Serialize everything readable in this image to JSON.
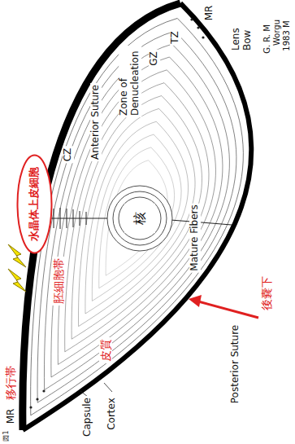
{
  "diagram": {
    "nodes": [
      {
        "text": [
          "水晶体上皮細胞"
        ]
      },
      {
        "text": [
          "核"
        ]
      }
    ],
    "labels": [
      "MR",
      "Lens Bow",
      "G. R. M",
      "Worgu",
      "1983 M",
      "TZ",
      "GZ",
      "Zone of Denucleation",
      "Anterior Suture",
      "CZ",
      "Mature Fibers",
      "後嚢下",
      "Posterior Suture",
      "胚細胞帯",
      "移行帯",
      "皮質",
      "Capsule",
      "Cortex",
      "MR",
      "図1"
    ]
  }
}
